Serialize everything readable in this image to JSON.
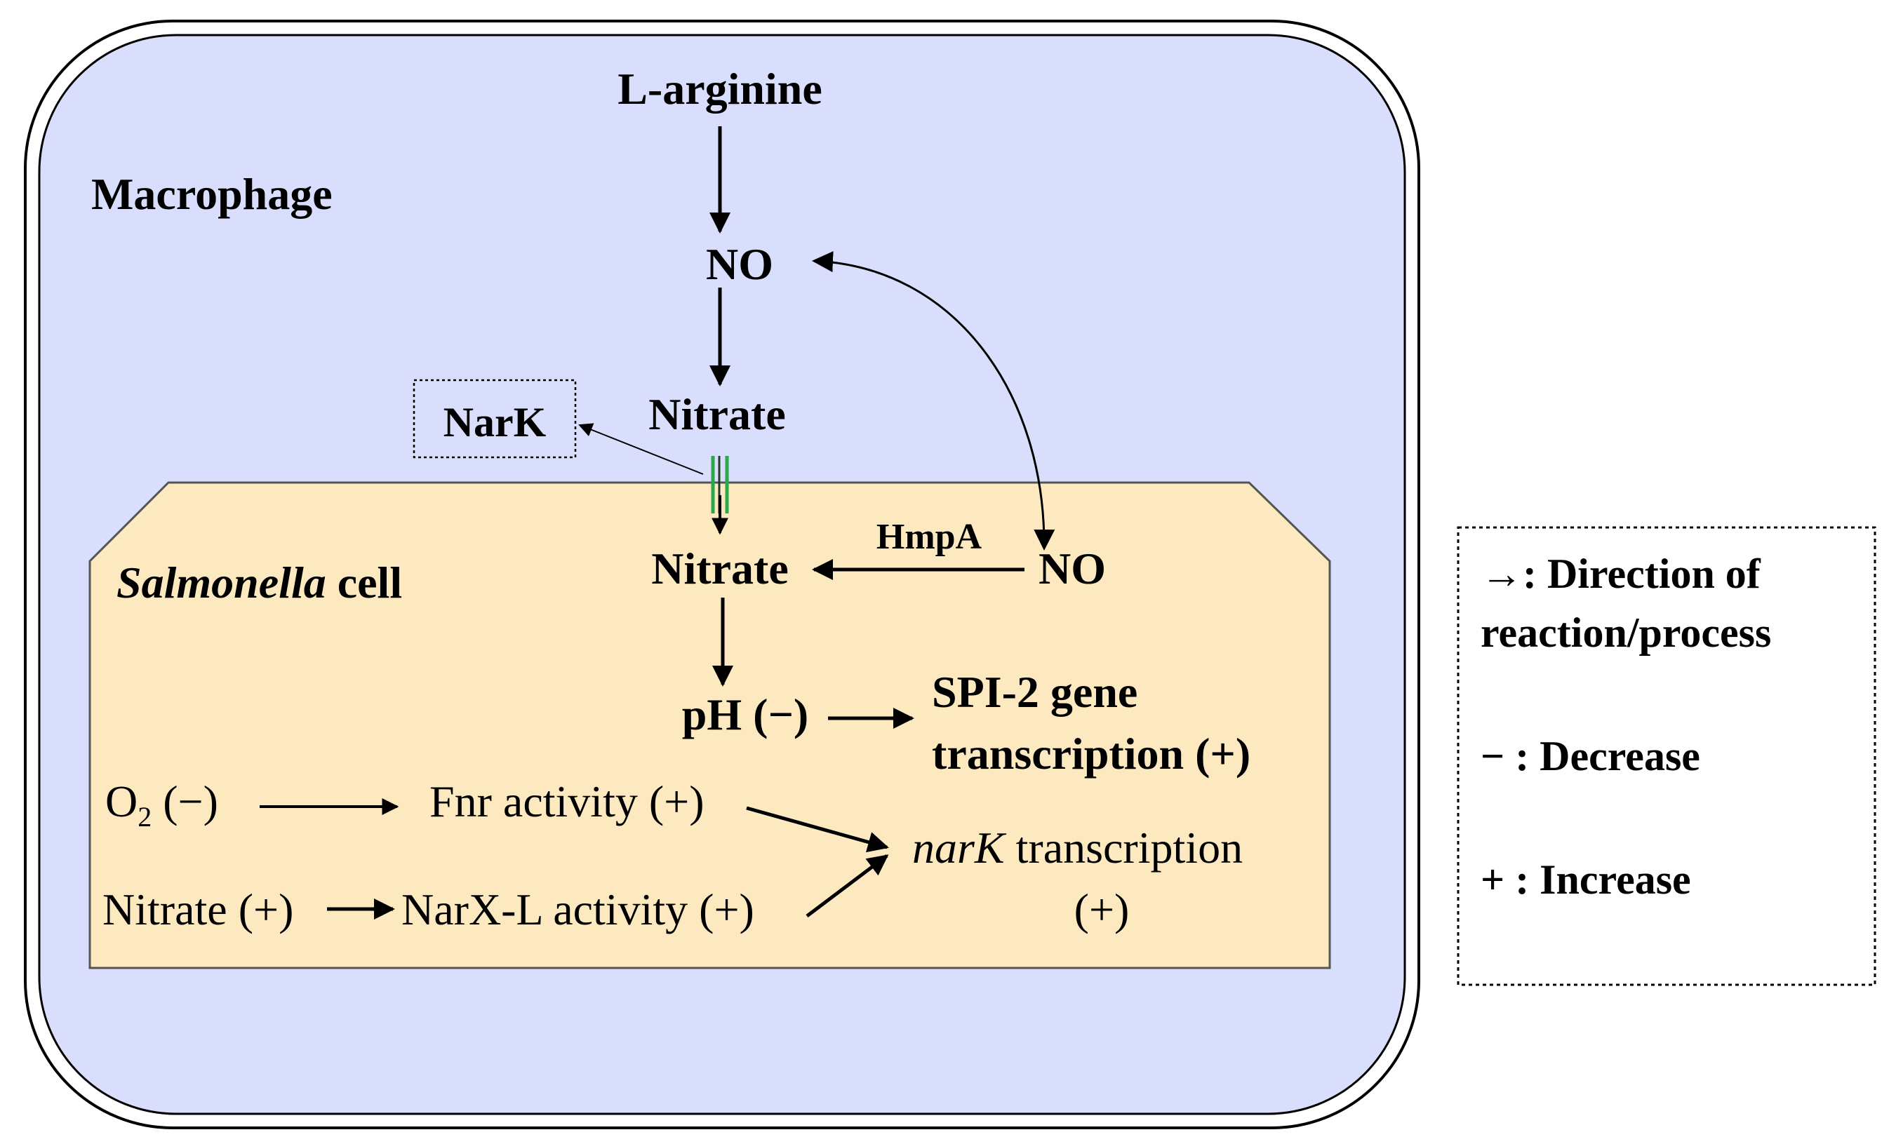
{
  "macrophage": {
    "label": "Macrophage",
    "fill_color": "#d9defc",
    "border_color": "#000000"
  },
  "salmonella": {
    "label_italic": "Salmonella",
    "label_rest": " cell",
    "fill_color": "#fde9c0",
    "border_color": "#000000"
  },
  "nodes": {
    "l_arginine": "L-arginine",
    "no_top": "NO",
    "nitrate_outer": "Nitrate",
    "nark": "NarK",
    "nitrate_inner": "Nitrate",
    "no_inner": "NO",
    "hmpa": "HmpA",
    "ph": "pH (−)",
    "spi2_line1": "SPI-2 gene",
    "spi2_line2": "transcription (+)",
    "o2_base": "O",
    "o2_sub": "2",
    "o2_rest": " (−)",
    "fnr": "Fnr activity (+)",
    "nitrate_plus": "Nitrate (+)",
    "narxl": "NarX-L activity (+)",
    "nark_tx_italic": "narK",
    "nark_tx_rest": " transcription",
    "nark_tx_line2": "(+)"
  },
  "legend": {
    "line1": "→: Direction of",
    "line2": "reaction/process",
    "line3": "− : Decrease",
    "line4": "+ : Increase"
  },
  "colors": {
    "channel_green": "#2aa84a",
    "channel_dark": "#1f3a2a"
  }
}
